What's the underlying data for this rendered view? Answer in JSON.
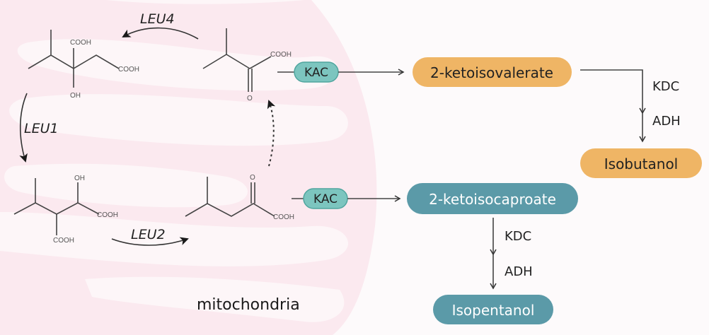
{
  "diagram": {
    "compartment_label": "mitochondria",
    "enzymes": {
      "leu4": "LEU4",
      "leu1": "LEU1",
      "leu2": "LEU2"
    },
    "molecules": {
      "top_left": {
        "groups": [
          "COOH",
          "COOH",
          "OH"
        ]
      },
      "top_right": {
        "groups": [
          "COOH",
          "O"
        ]
      },
      "bottom_left": {
        "groups": [
          "OH",
          "COOH",
          "COOH"
        ]
      },
      "bottom_right": {
        "groups": [
          "O",
          "COOH"
        ]
      }
    },
    "transporters": [
      {
        "label": "KAC"
      },
      {
        "label": "KAC"
      }
    ],
    "pathways": [
      {
        "intermediate": "2-ketoisovalerate",
        "steps": [
          "KDC",
          "ADH"
        ],
        "product": "Isobutanol",
        "color": "#efb565"
      },
      {
        "intermediate": "2-ketoisocaproate",
        "steps": [
          "KDC",
          "ADH"
        ],
        "product": "Isopentanol",
        "color": "#5b9aa8"
      }
    ],
    "colors": {
      "mitochondria_fill": "#fbe9ef",
      "cristae_fill": "#fdf6f8",
      "transporter_fill": "#7cc5bf",
      "transporter_stroke": "#4fa59e"
    }
  }
}
